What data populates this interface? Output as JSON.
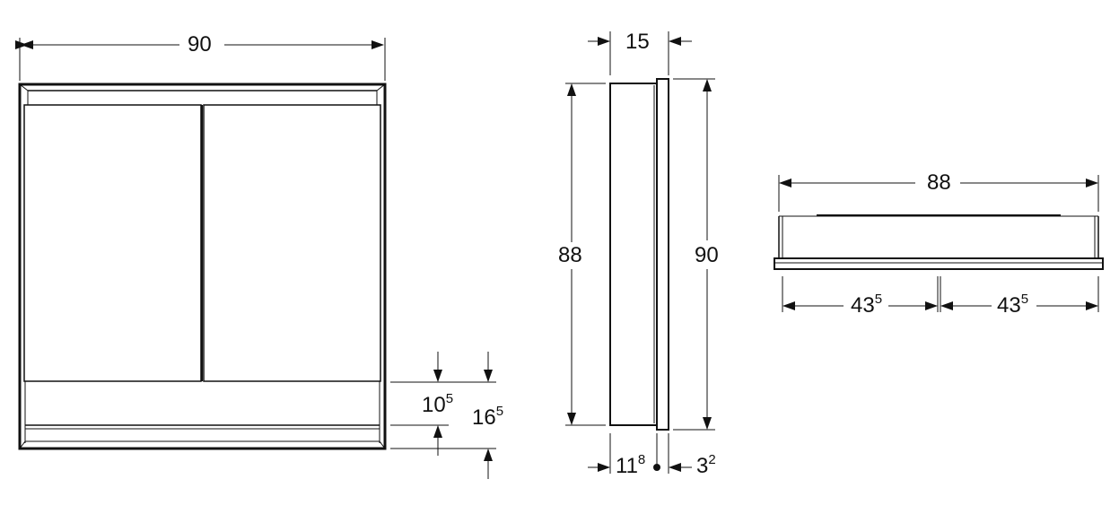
{
  "drawing": {
    "front_view": {
      "width_label": "90",
      "dim_a": {
        "main": "10",
        "sup": "5"
      },
      "dim_b": {
        "main": "16",
        "sup": "5"
      }
    },
    "side_view": {
      "depth_label": "15",
      "height_body_label": "88",
      "height_total_label": "90",
      "body_depth": {
        "main": "11",
        "sup": "8"
      },
      "front_depth": {
        "main": "3",
        "sup": "2"
      }
    },
    "top_view": {
      "width_label": "88",
      "left_half": {
        "main": "43",
        "sup": "5"
      },
      "right_half": {
        "main": "43",
        "sup": "5"
      }
    }
  }
}
